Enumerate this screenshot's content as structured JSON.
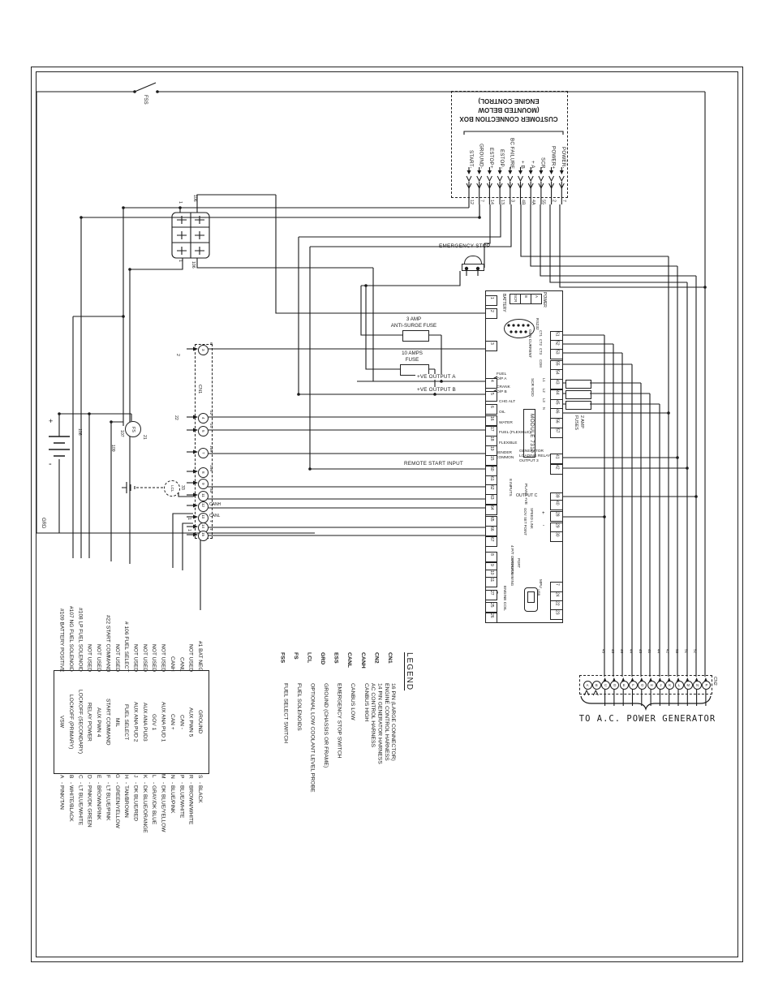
{
  "accent": {
    "ink": "#1a1a1a",
    "paper": "#ffffff"
  },
  "customer_box": {
    "title": "CUSTOMER CONNECTION BOX\n(MOUNTED BELOW\nENGINE CONTROL)",
    "terminals": [
      {
        "label": "START-",
        "num": "12"
      },
      {
        "label": "GROUND-",
        "num": "7"
      },
      {
        "label": "ESTOP+",
        "num": "14"
      },
      {
        "label": "ESTOP-",
        "num": "13"
      },
      {
        "label": "BC FAILURE",
        "num": "3"
      },
      {
        "label": "+ B",
        "num": "4B"
      },
      {
        "label": "+ A",
        "num": "4A"
      },
      {
        "label": "SCR",
        "num": "55"
      },
      {
        "label": "POWER+",
        "num": "2"
      },
      {
        "label": "POWER-",
        "num": "7"
      }
    ]
  },
  "emergency_stop": "EMERGENCY STOP",
  "fuse1": "3 AMP\nANTI-SURGE FUSE",
  "fuse2": "10 AMPS\nFUSE",
  "inline_labels": {
    "out_a": "+VE OUTPUT A",
    "out_b": "+VE OUTPUT B",
    "remote": "REMOTE START INPUT"
  },
  "module": {
    "name_plate": "MODULE 7310",
    "left_pins": [
      "1",
      "2",
      "3",
      "4",
      "5",
      "6",
      "16",
      "17",
      "18",
      "19",
      "15",
      "60",
      "61",
      "62",
      "63",
      "64",
      "65",
      "66",
      "67",
      "8",
      "9",
      "10",
      "11",
      "27",
      "25",
      "26"
    ],
    "right_pins": [
      "51",
      "52",
      "53",
      "55",
      "54",
      "43",
      "44",
      "45",
      "46",
      "56",
      "57",
      "41",
      "42",
      "39",
      "40",
      "28",
      "29",
      "30",
      "7",
      "24",
      "22",
      "23"
    ],
    "labels": {
      "battery": "BATTERY",
      "power": "POWER",
      "power_leds": [
        "SCR",
        "B",
        "A"
      ],
      "rs232": "RS232",
      "gen_current": "GEN CURRENT",
      "ct": [
        "CT1",
        "CT2",
        "CT3",
        "COM"
      ],
      "scr_mod": "SCR MOD",
      "scr_lines": [
        "L1",
        "L2",
        "L3",
        "N"
      ],
      "fuel_op": "FUEL\nO/P A",
      "crank_op": "CRANK\nO/P B",
      "chg_alt": "CHG ALT",
      "oil": "OIL",
      "water": "WATER",
      "fuel_flex": "FUEL (FLEXIBLE)",
      "flexible": "FLEXIBLE",
      "sender_common": "SENDER\nCOMMON",
      "inputs8": "8 INPUTS",
      "plant_ve": "PLANT +VE",
      "pt_outputs": "4 P/T OUTPUTS",
      "gen_loading": "GENERATOR\nLOADING RELAY\nOUTPUT 3",
      "output_c": "OUTPUT C",
      "gov1": "GOV SET POINT",
      "gov2": "SPEED LINK",
      "plus": "+",
      "minus": "-",
      "mpu": "MPU",
      "prog1": "PROGRAMMING",
      "prog2": "PORT",
      "usb": "USB",
      "engine_coil": "ENGINE COIL",
      "coil_com": "COM",
      "coil_w": "W",
      "coil_l": "L"
    }
  },
  "amp_fuses_label": "2 AMP\nFUSES",
  "cn1": {
    "label": "CN1",
    "pins": [
      {
        "n": "3",
        "side": "6"
      },
      {
        "n": "4",
        "side": "22"
      },
      {
        "n": "5",
        "side": "21"
      },
      {
        "n": "7",
        "side": "109"
      },
      {
        "n": "8",
        "side": "106"
      },
      {
        "n": "9",
        "side": ""
      },
      {
        "n": "11",
        "side": "33"
      },
      {
        "n": "12",
        "side": "CANH"
      },
      {
        "n": "13",
        "side": "CANL"
      },
      {
        "n": "14",
        "side": "1"
      },
      {
        "n": "15",
        "side": "1"
      }
    ]
  },
  "cn2": {
    "label": "CN2",
    "pins": [
      "A",
      "B",
      "C",
      "D",
      "E",
      "F",
      "G",
      "H",
      "J",
      "K",
      "L",
      "M",
      "N",
      "P"
    ],
    "wire_nums": [
      "45",
      "43",
      "46",
      "44",
      "45",
      "41",
      "44",
      "42",
      "53",
      "51",
      "52"
    ],
    "caption": "TO A.C. POWER GENERATOR"
  },
  "components": {
    "fss": "FSS",
    "fs": "FS",
    "lcl": "LCL",
    "grd": "GRD",
    "bat_plus": "+",
    "bat_minus": "-",
    "w2": "2",
    "w21": "21",
    "w22": "22",
    "w33": "33",
    "w107": "107",
    "w108": "108",
    "w109": "109",
    "w1a": "1",
    "w1b": "1",
    "sol_top_1": "1",
    "sol_top_106": "106",
    "sol_bot_1": "1",
    "sol_bot_106": "106"
  },
  "legend": {
    "title": "LEGEND",
    "entries": [
      {
        "key": "CN1",
        "desc": "16 PIN (LARGE CONNECTOR)\nENGINE CONTROL HARNESS"
      },
      {
        "key": "CN2",
        "desc": "14 PIN GENERATOR HARNESS\nAC CONTROL HARNESS"
      },
      {
        "key": "CANH",
        "desc": "CANBUS HIGH"
      },
      {
        "key": "CANL",
        "desc": "CANBUS LOW"
      },
      {
        "key": "ESS",
        "desc": "EMERGENCY STOP SWITCH"
      },
      {
        "key": "GRD",
        "desc": "GROUND (CHASSIS OR FRAME)"
      },
      {
        "key": "LCL",
        "desc": "OPTIONAL LOW COOLANT LEVEL PROBE"
      },
      {
        "key": "FS",
        "desc": "FUEL SOLENOIDS"
      },
      {
        "key": "FSS",
        "desc": "FUEL SELECT SWITCH"
      }
    ]
  },
  "pin_block": {
    "sep": "-",
    "rows": [
      {
        "ext": "#1 BAT NEG",
        "fn": "GROUND",
        "letter": "S",
        "color": "BLACK"
      },
      {
        "ext": "NOT USED",
        "fn": "AUX PWN 5",
        "letter": "R",
        "color": "BROWN/WHITE"
      },
      {
        "ext": "CANL",
        "fn": "CAN -",
        "letter": "P",
        "color": "BLUE/WHITE"
      },
      {
        "ext": "CANH",
        "fn": "CAN +",
        "letter": "N",
        "color": "BLUE/PINK"
      },
      {
        "ext": "NOT USED",
        "fn": "AUX ANA PUD 1",
        "letter": "M",
        "color": "DK BLUE/YELLOW"
      },
      {
        "ext": "NOT USED",
        "fn": "GOV 1",
        "letter": "L",
        "color": "GRAY/DK BLUE"
      },
      {
        "ext": "NOT USED",
        "fn": "AUX ANA PUD3",
        "letter": "K",
        "color": "DK BLUE/ORANGE"
      },
      {
        "ext": "NOT USED",
        "fn": "AUX ANA PUD 2",
        "letter": "J",
        "color": "DK BLUE/RED"
      },
      {
        "ext": "# 106 FUEL SELECT",
        "fn": "FUEL SELECT",
        "letter": "H",
        "color": "TAN/BROWN"
      },
      {
        "ext": "NOT USED",
        "fn": "MIL",
        "letter": "G",
        "color": "GREEN/YELLOW"
      },
      {
        "ext": "#22 START COMMAND",
        "fn": "START COMMAND",
        "letter": "F",
        "color": "LT BLUE/PINK"
      },
      {
        "ext": "NOT USED",
        "fn": "AUX PWN 4",
        "letter": "E",
        "color": "BROWN/PINK"
      },
      {
        "ext": "NOT USED",
        "fn": "RELAY POWER",
        "letter": "D",
        "color": "PINK/DK GREEN"
      },
      {
        "ext": "#108 LP FUEL SOLENOID",
        "fn": "LOCKOFF (SECONDARY)",
        "letter": "C",
        "color": "LT BLUE/WHITE"
      },
      {
        "ext": "#107 NG FUEL SOLENOID",
        "fn": "LOCKOFF (PRIMARY)",
        "letter": "B",
        "color": "WHITE/BLACK"
      },
      {
        "ext": "#109 BATTERY POSITIVE",
        "fn": "VSW",
        "letter": "A",
        "color": "PINK/TAN"
      }
    ]
  }
}
